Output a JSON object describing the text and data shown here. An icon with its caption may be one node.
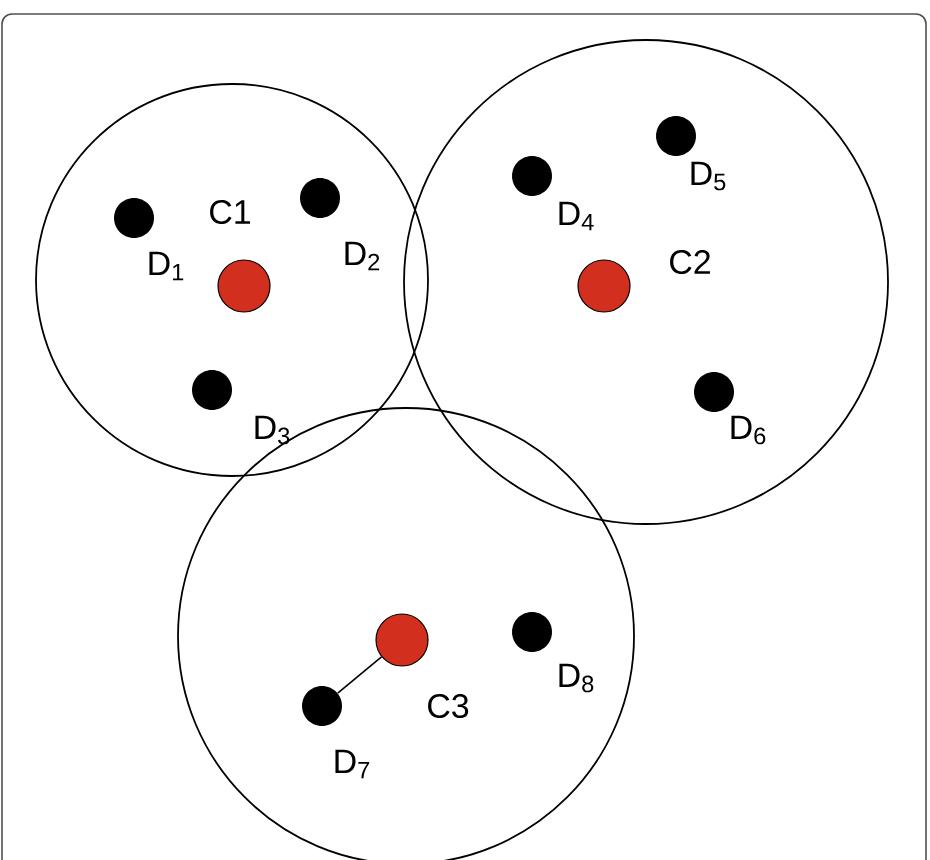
{
  "diagram": {
    "nodes": [
      {
        "text": [],
        "shape": "circle"
      },
      {
        "text": [],
        "shape": "circle",
        "in": 0,
        "beside": [
          "C1"
        ]
      },
      {
        "text": [],
        "shape": "circle",
        "in": 0,
        "beside": [
          "D$_{1}$"
        ]
      },
      {
        "text": [],
        "shape": "circle",
        "in": 0,
        "beside": [
          "D$_{2}$"
        ]
      },
      {
        "text": [],
        "shape": "circle",
        "in": 0,
        "beside": [
          "D$_{3}$"
        ]
      },
      {
        "text": [],
        "shape": "circle"
      },
      {
        "text": [],
        "shape": "circle",
        "in": 5,
        "beside": [
          "C2"
        ]
      },
      {
        "text": [],
        "shape": "circle",
        "in": 5,
        "beside": [
          "D$_{4}$"
        ]
      },
      {
        "text": [],
        "shape": "circle",
        "in": 5,
        "beside": [
          "D$_{5}$"
        ]
      },
      {
        "text": [],
        "shape": "circle",
        "in": 5,
        "beside": [
          "D$_{6}$"
        ]
      },
      {
        "text": [],
        "shape": "circle"
      },
      {
        "text": [],
        "shape": "circle",
        "in": 10,
        "beside": [
          "C3"
        ]
      },
      {
        "text": [],
        "shape": "circle",
        "in": 10,
        "beside": [
          "D$_{7}$"
        ]
      },
      {
        "text": [],
        "shape": "circle",
        "in": 10,
        "beside": [
          "D$_{8}$"
        ]
      }
    ],
    "edges": [
      {
        "from": 11,
        "to": 12,
        "arrow": "none"
      }
    ]
  }
}
